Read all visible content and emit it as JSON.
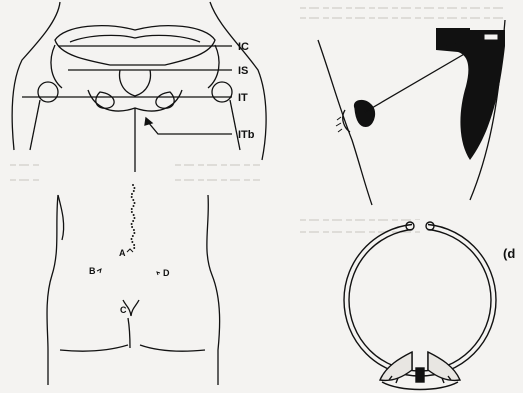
{
  "figure": {
    "labels": {
      "ic": "IC",
      "is": "IS",
      "it": "IT",
      "itb": "ITb",
      "a": "A",
      "b": "B",
      "c": "C",
      "d": "D",
      "panel_d": "(d"
    },
    "colors": {
      "paper": "#f4f3f1",
      "ink": "#111111",
      "text_bleed": "#d9d7d3"
    }
  }
}
